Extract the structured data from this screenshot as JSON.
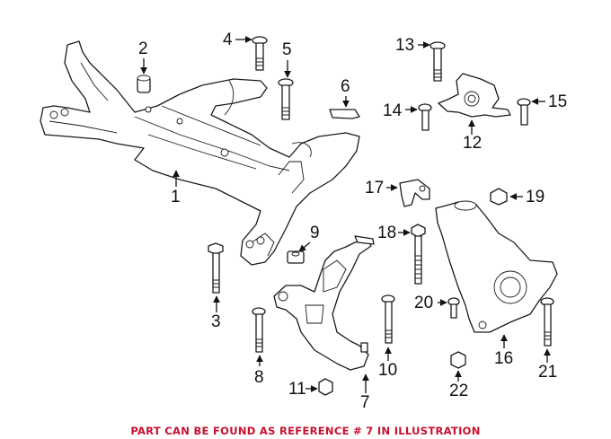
{
  "caption": "PART CAN BE FOUND AS REFERENCE # 7 IN ILLUSTRATION",
  "caption_color": "#c8102e",
  "callouts": [
    {
      "num": "1",
      "part": "subframe"
    },
    {
      "num": "2",
      "part": "bushing"
    },
    {
      "num": "3",
      "part": "bolt"
    },
    {
      "num": "4",
      "part": "bolt"
    },
    {
      "num": "5",
      "part": "bolt"
    },
    {
      "num": "6",
      "part": "bracket"
    },
    {
      "num": "7",
      "part": "lower control arm"
    },
    {
      "num": "8",
      "part": "bolt"
    },
    {
      "num": "9",
      "part": "nut"
    },
    {
      "num": "10",
      "part": "bolt"
    },
    {
      "num": "11",
      "part": "nut"
    },
    {
      "num": "12",
      "part": "bushing mount"
    },
    {
      "num": "13",
      "part": "bolt"
    },
    {
      "num": "14",
      "part": "bolt"
    },
    {
      "num": "15",
      "part": "bolt"
    },
    {
      "num": "16",
      "part": "steering knuckle"
    },
    {
      "num": "17",
      "part": "shield"
    },
    {
      "num": "18",
      "part": "bolt"
    },
    {
      "num": "19",
      "part": "nut"
    },
    {
      "num": "20",
      "part": "bolt"
    },
    {
      "num": "21",
      "part": "bolt"
    },
    {
      "num": "22",
      "part": "nut"
    }
  ]
}
